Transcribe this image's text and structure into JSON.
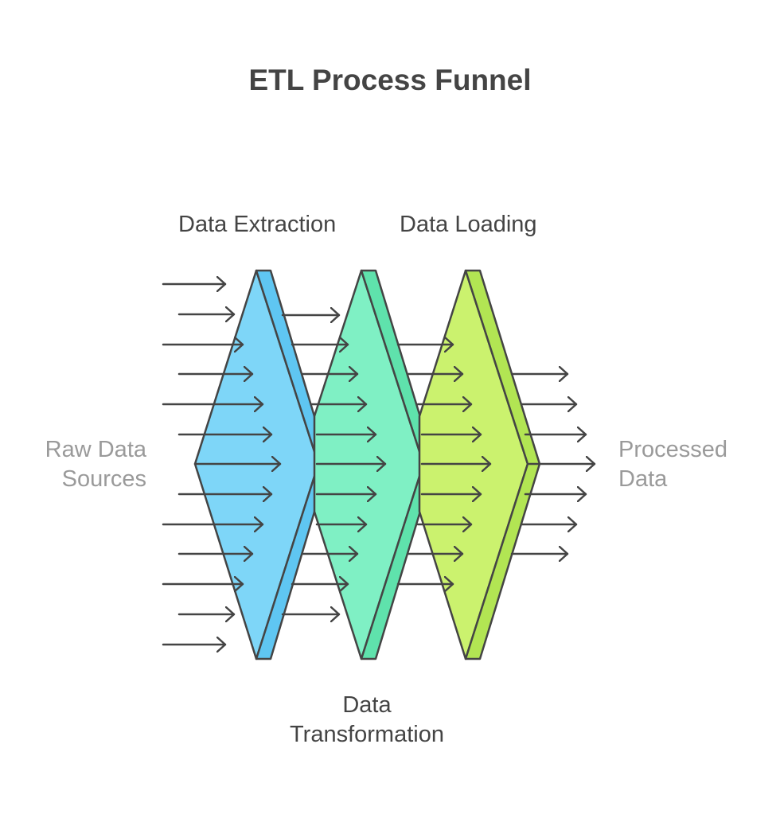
{
  "title": "ETL Process Funnel",
  "stages": {
    "extraction": {
      "label": "Data Extraction",
      "face_color": "#7ed6f8",
      "side_color": "#5fc6f2"
    },
    "transformation": {
      "label": "Data\nTransformation",
      "face_color": "#7ff0c4",
      "side_color": "#5fe2ac"
    },
    "loading": {
      "label": "Data Loading",
      "face_color": "#cbf26e",
      "side_color": "#b2e553"
    }
  },
  "inputs": {
    "label": "Raw Data\nSources"
  },
  "outputs": {
    "label": "Processed\nData"
  },
  "colors": {
    "stroke": "#444444",
    "muted_text": "#9a9a9a"
  }
}
